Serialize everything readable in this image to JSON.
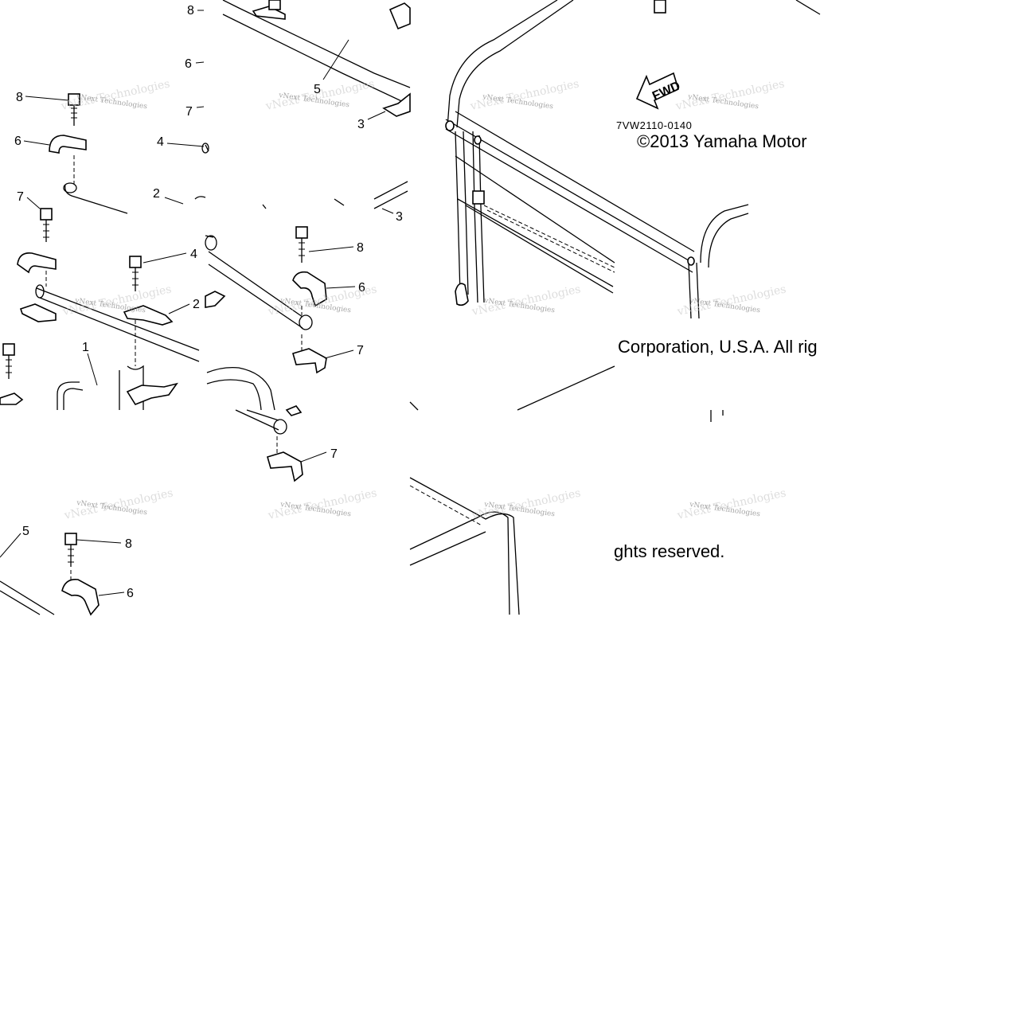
{
  "diagram": {
    "code": "7VW2110-0140",
    "copyright": {
      "part1": "©2013 Yamaha Motor",
      "part2": "Corporation, U.S.A. All rig",
      "part3": "ghts reserved."
    },
    "fwd_label": "FWD",
    "watermark": "vNext Technologies",
    "callouts": {
      "c8a": "8",
      "c6a": "6",
      "c7a": "7",
      "c4a": "4",
      "c5a": "5",
      "c3a": "3",
      "c8b": "8",
      "c6b": "6",
      "c7b": "7",
      "c2a": "2",
      "c3b": "3",
      "c4b": "4",
      "c2b": "2",
      "c1": "1",
      "c8c": "8",
      "c6c": "6",
      "c7c": "7",
      "c7d": "7",
      "c5b": "5",
      "c8d": "8",
      "c6d": "6"
    }
  }
}
